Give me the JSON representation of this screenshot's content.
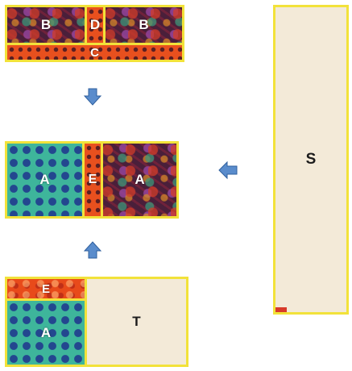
{
  "colors": {
    "border": "#f2e23a",
    "arrow": "#5a8ccc",
    "arrow_stroke": "#2f5f9e"
  },
  "blocks": {
    "top": {
      "labels": {
        "b_left": "B",
        "d": "D",
        "b_right": "B",
        "c": "C"
      }
    },
    "middle": {
      "labels": {
        "a_left": "A",
        "e": "E",
        "a_right": "A"
      }
    },
    "bottom": {
      "labels": {
        "e": "E",
        "a": "A",
        "t": "T"
      }
    },
    "side": {
      "labels": {
        "s": "S"
      }
    }
  },
  "arrows": {
    "top_to_middle": "arrow-down-icon",
    "side_to_middle": "arrow-left-icon",
    "bottom_to_middle": "arrow-up-icon"
  }
}
